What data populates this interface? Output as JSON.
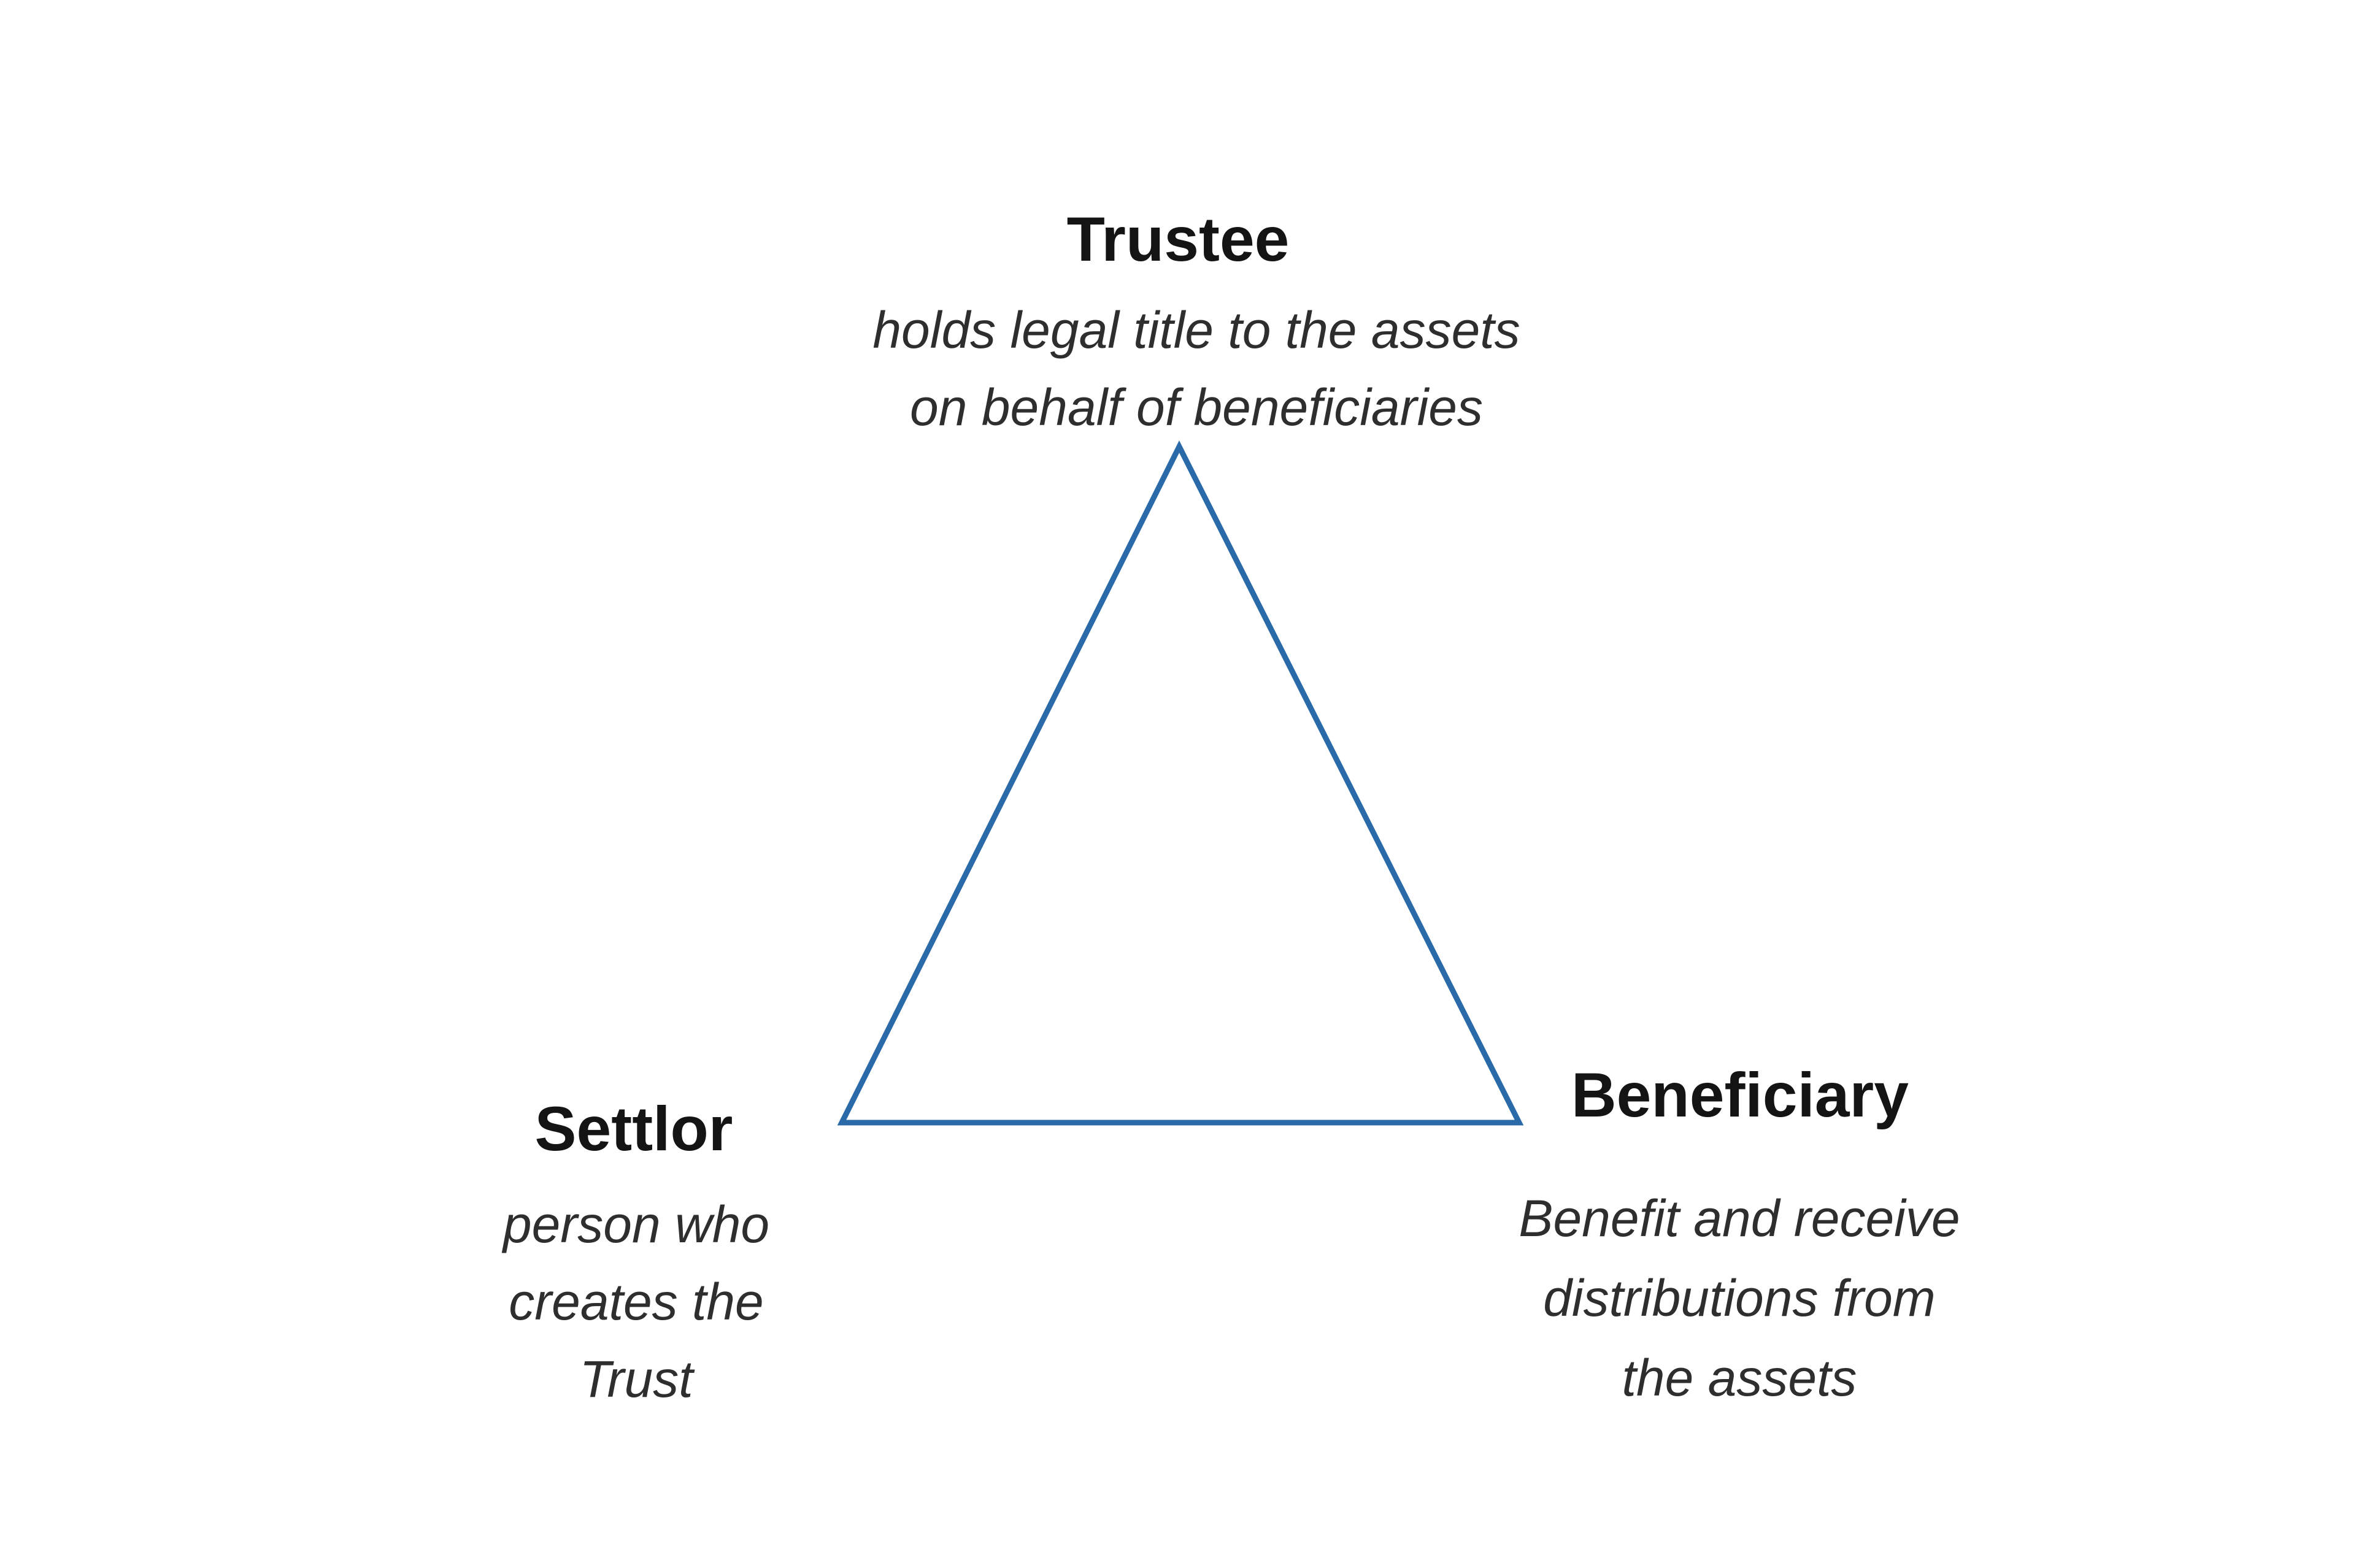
{
  "canvas": {
    "background_color": "#ffffff"
  },
  "diagram": {
    "type": "triangle-relationship",
    "triangle": {
      "color": "#2A6AA8"
    },
    "nodes": [
      {
        "id": "trustee",
        "position": "top",
        "label": "Trustee",
        "description_lines": [
          "holds legal title to the assets",
          "on behalf of beneficiaries"
        ]
      },
      {
        "id": "settlor",
        "position": "bottom-left",
        "label": "Settlor",
        "description_lines": [
          "person who",
          "creates the",
          "Trust"
        ]
      },
      {
        "id": "beneficiary",
        "position": "bottom-right",
        "label": "Beneficiary",
        "description_lines": [
          "Benefit and receive",
          "distributions from",
          "the assets"
        ]
      }
    ]
  }
}
